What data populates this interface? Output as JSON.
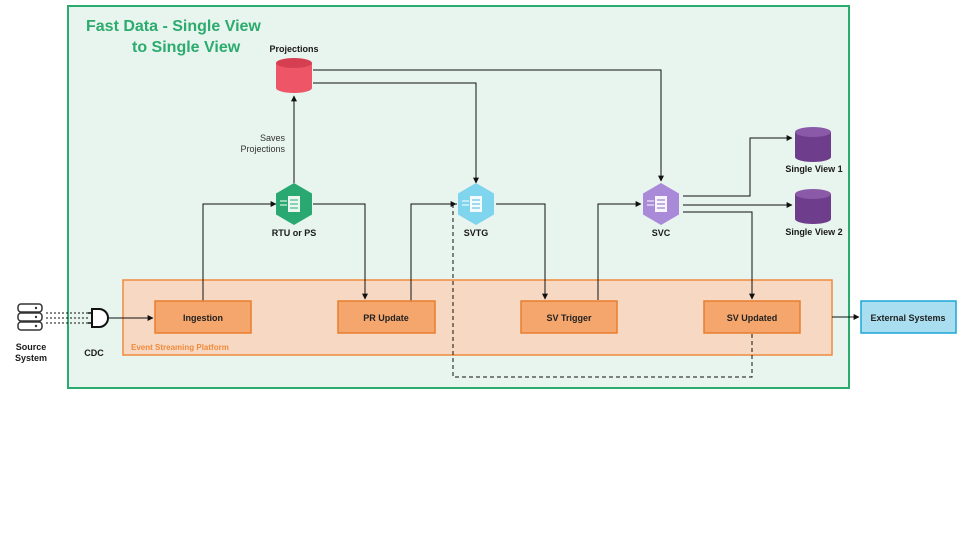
{
  "title": {
    "line1": "Fast Data - Single View",
    "line2": "to Single View"
  },
  "source_system": {
    "line1": "Source",
    "line2": "System",
    "icon": "database-server-icon"
  },
  "cdc": {
    "label": "CDC",
    "icon": "plug-connector-icon"
  },
  "projections": {
    "label": "Projections",
    "icon": "database-icon"
  },
  "saves_projections": {
    "line1": "Saves",
    "line2": "Projections"
  },
  "services": {
    "rtu": {
      "label": "RTU or PS",
      "icon": "hexagon-service-icon"
    },
    "svtg": {
      "label": "SVTG",
      "icon": "hexagon-service-icon"
    },
    "svc": {
      "label": "SVC",
      "icon": "hexagon-service-icon"
    }
  },
  "topics": {
    "ingestion": "Ingestion",
    "pr_update": "PR Update",
    "sv_trigger": "SV Trigger",
    "sv_updated": "SV Updated"
  },
  "platform_label": "Event Streaming Platform",
  "single_view_1": {
    "label": "Single View 1",
    "icon": "database-icon"
  },
  "single_view_2": {
    "label": "Single View 2",
    "icon": "database-icon"
  },
  "external_systems": "External Systems",
  "colors": {
    "frame_border": "#2bab6e",
    "frame_fill": "#e8f4ee",
    "title": "#2bab6e",
    "platform_border": "#f08a3c",
    "platform_fill": "#f7d8c2",
    "topic_fill": "#f5a66c",
    "projections_db": "#ee5567",
    "single_view_db": "#6e3e8c",
    "rtu_hex": "#2aa872",
    "svtg_hex": "#7fd4ee",
    "svc_hex": "#a98ad8",
    "external_fill": "#a9def0",
    "external_border": "#1aa7d6"
  }
}
